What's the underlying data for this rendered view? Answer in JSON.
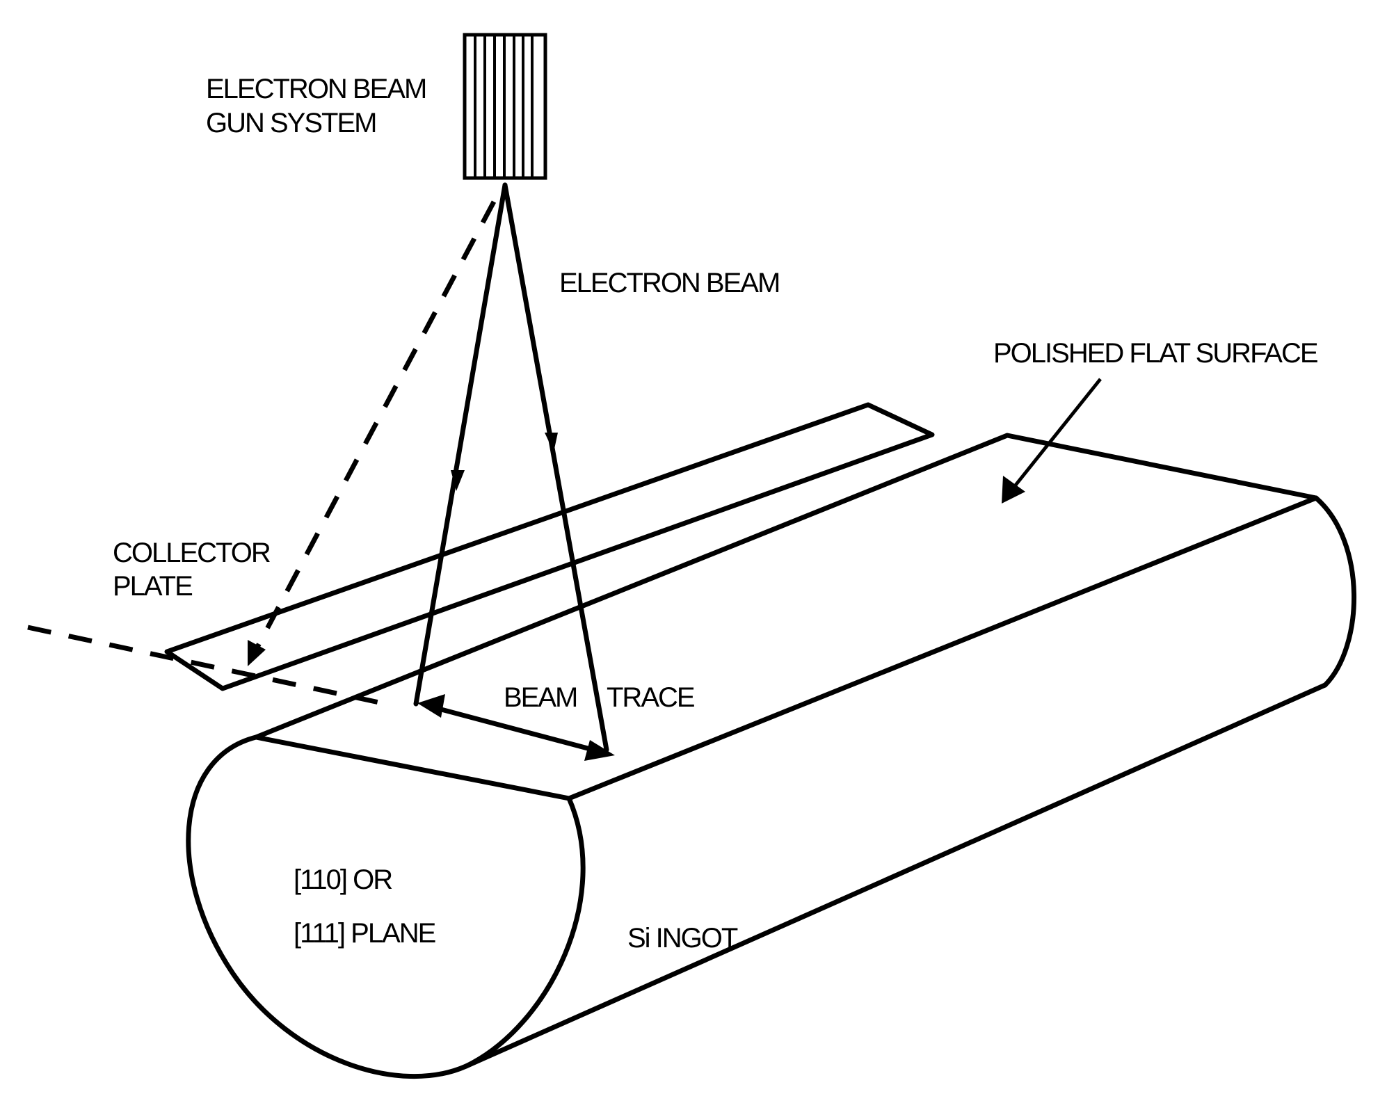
{
  "labels": {
    "gun": [
      "ELECTRON BEAM",
      "GUN SYSTEM"
    ],
    "beam": "ELECTRON BEAM",
    "surface": "POLISHED FLAT SURFACE",
    "collector": [
      "COLLECTOR",
      "PLATE"
    ],
    "trace_1": "BEAM",
    "trace_2": "TRACE",
    "plane_1": "[110] OR",
    "plane_2": "[111] PLANE",
    "ingot": "Si INGOT"
  }
}
